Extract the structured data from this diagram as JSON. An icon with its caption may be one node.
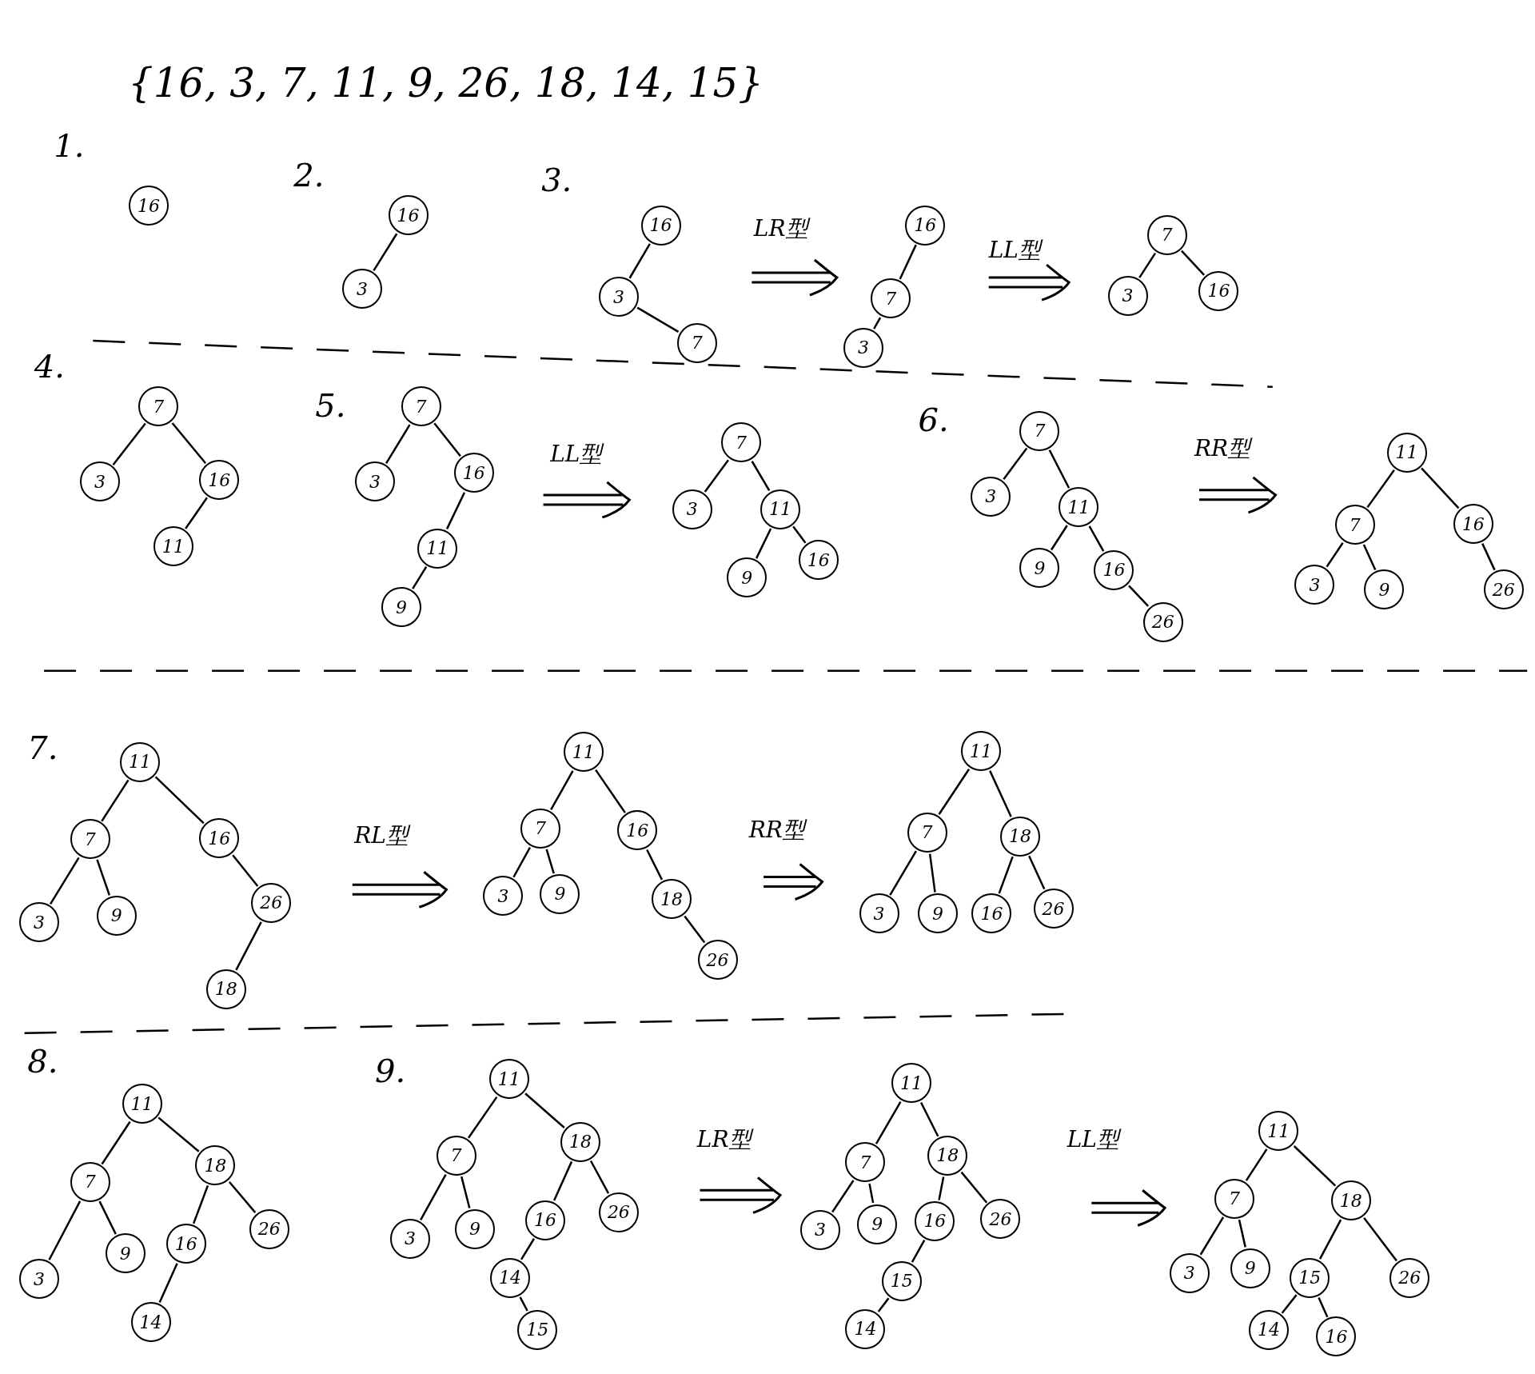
{
  "diagram": {
    "title": "{16, 3, 7, 11, 9, 26, 18, 14, 15}",
    "nodes": [
      {
        "text": [
          "16"
        ]
      },
      {
        "text": [
          "16"
        ]
      },
      {
        "text": [
          "3"
        ]
      },
      {
        "text": [
          "16"
        ]
      },
      {
        "text": [
          "3"
        ]
      },
      {
        "text": [
          "7"
        ]
      },
      {
        "text": [
          "16"
        ]
      },
      {
        "text": [
          "7"
        ]
      },
      {
        "text": [
          "3"
        ]
      },
      {
        "text": [
          "7"
        ]
      },
      {
        "text": [
          "3"
        ]
      },
      {
        "text": [
          "16"
        ]
      },
      {
        "text": [
          "7"
        ]
      },
      {
        "text": [
          "3"
        ]
      },
      {
        "text": [
          "16"
        ]
      },
      {
        "text": [
          "11"
        ]
      },
      {
        "text": [
          "7"
        ]
      },
      {
        "text": [
          "3"
        ]
      },
      {
        "text": [
          "16"
        ]
      },
      {
        "text": [
          "11"
        ]
      },
      {
        "text": [
          "9"
        ]
      },
      {
        "text": [
          "7"
        ]
      },
      {
        "text": [
          "3"
        ]
      },
      {
        "text": [
          "11"
        ]
      },
      {
        "text": [
          "9"
        ]
      },
      {
        "text": [
          "16"
        ]
      },
      {
        "text": [
          "7"
        ]
      },
      {
        "text": [
          "3"
        ]
      },
      {
        "text": [
          "11"
        ]
      },
      {
        "text": [
          "9"
        ]
      },
      {
        "text": [
          "16"
        ]
      },
      {
        "text": [
          "26"
        ]
      },
      {
        "text": [
          "11"
        ]
      },
      {
        "text": [
          "7"
        ]
      },
      {
        "text": [
          "16"
        ]
      },
      {
        "text": [
          "3"
        ]
      },
      {
        "text": [
          "9"
        ]
      },
      {
        "text": [
          "26"
        ]
      },
      {
        "text": [
          "11"
        ]
      },
      {
        "text": [
          "7"
        ]
      },
      {
        "text": [
          "16"
        ]
      },
      {
        "text": [
          "3"
        ]
      },
      {
        "text": [
          "9"
        ]
      },
      {
        "text": [
          "26"
        ]
      },
      {
        "text": [
          "18"
        ]
      },
      {
        "text": [
          "11"
        ]
      },
      {
        "text": [
          "7"
        ]
      },
      {
        "text": [
          "16"
        ]
      },
      {
        "text": [
          "3"
        ]
      },
      {
        "text": [
          "9"
        ]
      },
      {
        "text": [
          "18"
        ]
      },
      {
        "text": [
          "26"
        ]
      },
      {
        "text": [
          "11"
        ]
      },
      {
        "text": [
          "7"
        ]
      },
      {
        "text": [
          "18"
        ]
      },
      {
        "text": [
          "3"
        ]
      },
      {
        "text": [
          "9"
        ]
      },
      {
        "text": [
          "16"
        ]
      },
      {
        "text": [
          "26"
        ]
      },
      {
        "text": [
          "11"
        ]
      },
      {
        "text": [
          "7"
        ]
      },
      {
        "text": [
          "18"
        ]
      },
      {
        "text": [
          "3"
        ]
      },
      {
        "text": [
          "9"
        ]
      },
      {
        "text": [
          "16"
        ]
      },
      {
        "text": [
          "26"
        ]
      },
      {
        "text": [
          "14"
        ]
      },
      {
        "text": [
          "11"
        ]
      },
      {
        "text": [
          "7"
        ]
      },
      {
        "text": [
          "18"
        ]
      },
      {
        "text": [
          "3"
        ]
      },
      {
        "text": [
          "9"
        ]
      },
      {
        "text": [
          "16"
        ]
      },
      {
        "text": [
          "26"
        ]
      },
      {
        "text": [
          "14"
        ]
      },
      {
        "text": [
          "15"
        ]
      },
      {
        "text": [
          "11"
        ]
      },
      {
        "text": [
          "7"
        ]
      },
      {
        "text": [
          "18"
        ]
      },
      {
        "text": [
          "3"
        ]
      },
      {
        "text": [
          "9"
        ]
      },
      {
        "text": [
          "16"
        ]
      },
      {
        "text": [
          "26"
        ]
      },
      {
        "text": [
          "15"
        ]
      },
      {
        "text": [
          "14"
        ]
      },
      {
        "text": [
          "11"
        ]
      },
      {
        "text": [
          "7"
        ]
      },
      {
        "text": [
          "18"
        ]
      },
      {
        "text": [
          "3"
        ]
      },
      {
        "text": [
          "9"
        ]
      },
      {
        "text": [
          "15"
        ]
      },
      {
        "text": [
          "26"
        ]
      },
      {
        "text": [
          "14"
        ]
      },
      {
        "text": [
          "16"
        ]
      }
    ],
    "edges": [
      {
        "from": 1,
        "to": 2,
        "arrow": "none"
      },
      {
        "from": 3,
        "to": 4,
        "arrow": "none"
      },
      {
        "from": 4,
        "to": 5,
        "arrow": "none"
      },
      {
        "from": 6,
        "to": 7,
        "arrow": "none"
      },
      {
        "from": 7,
        "to": 8,
        "arrow": "none"
      },
      {
        "from": 9,
        "to": 10,
        "arrow": "none"
      },
      {
        "from": 9,
        "to": 11,
        "arrow": "none"
      },
      {
        "from": 12,
        "to": 13,
        "arrow": "none"
      },
      {
        "from": 12,
        "to": 14,
        "arrow": "none"
      },
      {
        "from": 14,
        "to": 15,
        "arrow": "none"
      },
      {
        "from": 16,
        "to": 17,
        "arrow": "none"
      },
      {
        "from": 16,
        "to": 18,
        "arrow": "none"
      },
      {
        "from": 18,
        "to": 19,
        "arrow": "none"
      },
      {
        "from": 19,
        "to": 20,
        "arrow": "none"
      },
      {
        "from": 21,
        "to": 22,
        "arrow": "none"
      },
      {
        "from": 21,
        "to": 23,
        "arrow": "none"
      },
      {
        "from": 23,
        "to": 24,
        "arrow": "none"
      },
      {
        "from": 23,
        "to": 25,
        "arrow": "none"
      },
      {
        "from": 26,
        "to": 27,
        "arrow": "none"
      },
      {
        "from": 26,
        "to": 28,
        "arrow": "none"
      },
      {
        "from": 28,
        "to": 29,
        "arrow": "none"
      },
      {
        "from": 28,
        "to": 30,
        "arrow": "none"
      },
      {
        "from": 30,
        "to": 31,
        "arrow": "none"
      },
      {
        "from": 32,
        "to": 33,
        "arrow": "none"
      },
      {
        "from": 32,
        "to": 34,
        "arrow": "none"
      },
      {
        "from": 33,
        "to": 35,
        "arrow": "none"
      },
      {
        "from": 33,
        "to": 36,
        "arrow": "none"
      },
      {
        "from": 34,
        "to": 37,
        "arrow": "none"
      },
      {
        "from": 38,
        "to": 39,
        "arrow": "none"
      },
      {
        "from": 38,
        "to": 40,
        "arrow": "none"
      },
      {
        "from": 39,
        "to": 41,
        "arrow": "none"
      },
      {
        "from": 39,
        "to": 42,
        "arrow": "none"
      },
      {
        "from": 40,
        "to": 43,
        "arrow": "none"
      },
      {
        "from": 43,
        "to": 44,
        "arrow": "none"
      },
      {
        "from": 45,
        "to": 46,
        "arrow": "none"
      },
      {
        "from": 45,
        "to": 47,
        "arrow": "none"
      },
      {
        "from": 46,
        "to": 48,
        "arrow": "none"
      },
      {
        "from": 46,
        "to": 49,
        "arrow": "none"
      },
      {
        "from": 47,
        "to": 50,
        "arrow": "none"
      },
      {
        "from": 50,
        "to": 51,
        "arrow": "none"
      },
      {
        "from": 52,
        "to": 53,
        "arrow": "none"
      },
      {
        "from": 52,
        "to": 54,
        "arrow": "none"
      },
      {
        "from": 53,
        "to": 55,
        "arrow": "none"
      },
      {
        "from": 53,
        "to": 56,
        "arrow": "none"
      },
      {
        "from": 54,
        "to": 57,
        "arrow": "none"
      },
      {
        "from": 54,
        "to": 58,
        "arrow": "none"
      },
      {
        "from": 59,
        "to": 60,
        "arrow": "none"
      },
      {
        "from": 59,
        "to": 61,
        "arrow": "none"
      },
      {
        "from": 60,
        "to": 62,
        "arrow": "none"
      },
      {
        "from": 60,
        "to": 63,
        "arrow": "none"
      },
      {
        "from": 61,
        "to": 64,
        "arrow": "none"
      },
      {
        "from": 61,
        "to": 65,
        "arrow": "none"
      },
      {
        "from": 64,
        "to": 66,
        "arrow": "none"
      },
      {
        "from": 67,
        "to": 68,
        "arrow": "none"
      },
      {
        "from": 67,
        "to": 69,
        "arrow": "none"
      },
      {
        "from": 68,
        "to": 70,
        "arrow": "none"
      },
      {
        "from": 68,
        "to": 71,
        "arrow": "none"
      },
      {
        "from": 69,
        "to": 72,
        "arrow": "none"
      },
      {
        "from": 69,
        "to": 73,
        "arrow": "none"
      },
      {
        "from": 72,
        "to": 74,
        "arrow": "none"
      },
      {
        "from": 74,
        "to": 75,
        "arrow": "none"
      },
      {
        "from": 76,
        "to": 77,
        "arrow": "none"
      },
      {
        "from": 76,
        "to": 78,
        "arrow": "none"
      },
      {
        "from": 77,
        "to": 79,
        "arrow": "none"
      },
      {
        "from": 77,
        "to": 80,
        "arrow": "none"
      },
      {
        "from": 78,
        "to": 81,
        "arrow": "none"
      },
      {
        "from": 78,
        "to": 82,
        "arrow": "none"
      },
      {
        "from": 81,
        "to": 83,
        "arrow": "none"
      },
      {
        "from": 83,
        "to": 84,
        "arrow": "none"
      },
      {
        "from": 85,
        "to": 86,
        "arrow": "none"
      },
      {
        "from": 85,
        "to": 87,
        "arrow": "none"
      },
      {
        "from": 86,
        "to": 88,
        "arrow": "none"
      },
      {
        "from": 86,
        "to": 89,
        "arrow": "none"
      },
      {
        "from": 87,
        "to": 90,
        "arrow": "none"
      },
      {
        "from": 87,
        "to": 91,
        "arrow": "none"
      },
      {
        "from": 90,
        "to": 92,
        "arrow": "none"
      },
      {
        "from": 90,
        "to": 93,
        "arrow": "none"
      }
    ],
    "labels": [
      "1.",
      "2.",
      "3.",
      "LR型",
      "LL型",
      "4.",
      "5.",
      "LL型",
      "6.",
      "RR型",
      "7.",
      "RL型",
      "RR型",
      "8.",
      "9.",
      "LR型",
      "LL型"
    ]
  }
}
